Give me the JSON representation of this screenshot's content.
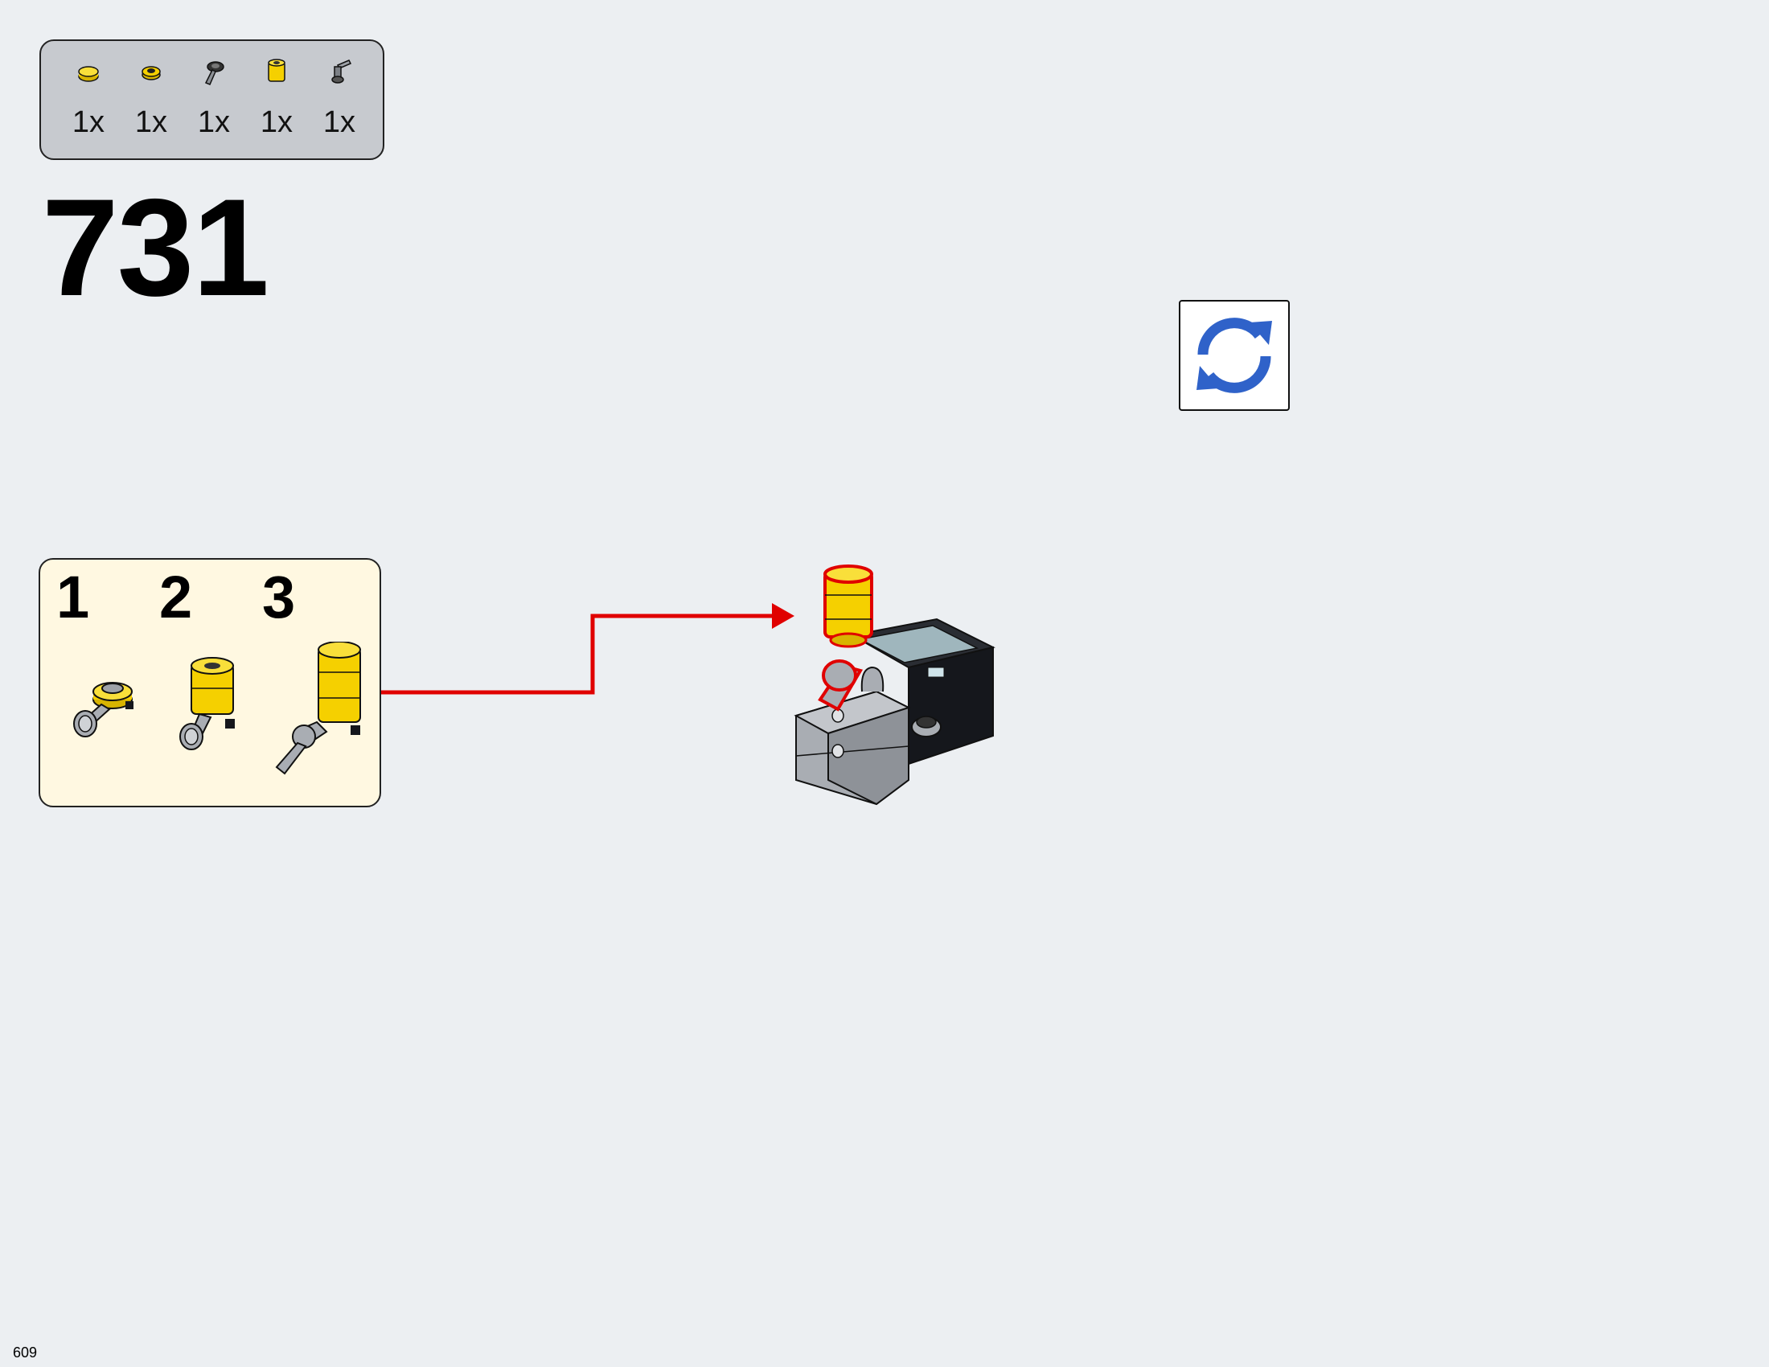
{
  "step": {
    "number": "731"
  },
  "parts": [
    {
      "qty": "1x",
      "icon": "yellow-round-plate-icon"
    },
    {
      "qty": "1x",
      "icon": "black-round-plate-icon"
    },
    {
      "qty": "1x",
      "icon": "dark-clip-bar-icon"
    },
    {
      "qty": "1x",
      "icon": "yellow-round-brick-icon"
    },
    {
      "qty": "1x",
      "icon": "gray-bar-holder-icon"
    }
  ],
  "substeps": [
    {
      "label": "1"
    },
    {
      "label": "2"
    },
    {
      "label": "3"
    }
  ],
  "rotate": {
    "icon": "rotate-model-icon"
  },
  "colors": {
    "background": "#eceff2",
    "parts_callout_bg": "#c7cacf",
    "substep_callout_bg": "#fff8e1",
    "arrow": "#e00000",
    "rotate_icon": "#2f62c9",
    "yellow": "#f5d000",
    "gray": "#a9adb3",
    "black": "#15171c"
  },
  "page": {
    "number": "609"
  }
}
